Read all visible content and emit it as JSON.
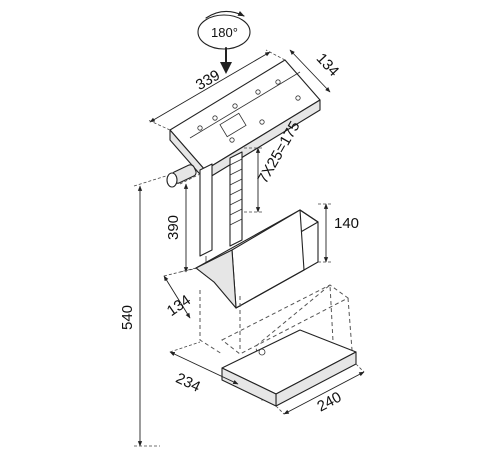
{
  "rotation_label": "180°",
  "dimensions": {
    "top_width": "339",
    "top_depth": "134",
    "rail_steps": "7X25=175",
    "column_height": "390",
    "shelf_height": "140",
    "shelf_depth": "134",
    "total_height": "540",
    "base_width": "234",
    "base_depth": "240"
  }
}
